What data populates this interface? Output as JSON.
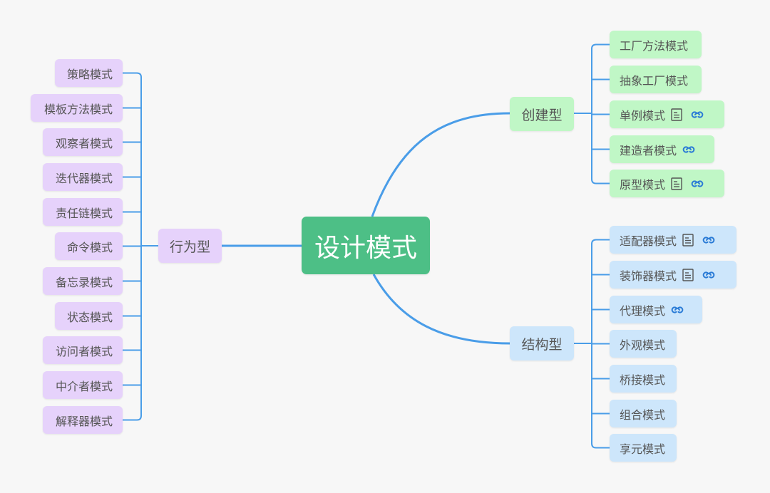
{
  "root": {
    "label": "设计模式"
  },
  "colors": {
    "connector": "#4a9de8",
    "root_bg": "#4dbf86",
    "creational_bg": "#c0f7c6",
    "structural_bg": "#cde6fb",
    "behavioral_bg": "#e6d2fb",
    "link_icon": "#2a7bd6",
    "note_icon": "#555555"
  },
  "branches": {
    "creational": {
      "label": "创建型",
      "children": [
        {
          "label": "工厂方法模式",
          "note": false,
          "link": false
        },
        {
          "label": "抽象工厂模式",
          "note": false,
          "link": false
        },
        {
          "label": "单例模式",
          "note": true,
          "link": true
        },
        {
          "label": "建造者模式",
          "note": false,
          "link": true
        },
        {
          "label": "原型模式",
          "note": true,
          "link": true
        }
      ]
    },
    "structural": {
      "label": "结构型",
      "children": [
        {
          "label": "适配器模式",
          "note": true,
          "link": true
        },
        {
          "label": "装饰器模式",
          "note": true,
          "link": true
        },
        {
          "label": "代理模式",
          "note": false,
          "link": true
        },
        {
          "label": "外观模式",
          "note": false,
          "link": false
        },
        {
          "label": "桥接模式",
          "note": false,
          "link": false
        },
        {
          "label": "组合模式",
          "note": false,
          "link": false
        },
        {
          "label": "享元模式",
          "note": false,
          "link": false
        }
      ]
    },
    "behavioral": {
      "label": "行为型",
      "children": [
        {
          "label": "策略模式"
        },
        {
          "label": "模板方法模式"
        },
        {
          "label": "观察者模式"
        },
        {
          "label": "迭代器模式"
        },
        {
          "label": "责任链模式"
        },
        {
          "label": "命令模式"
        },
        {
          "label": "备忘录模式"
        },
        {
          "label": "状态模式"
        },
        {
          "label": "访问者模式"
        },
        {
          "label": "中介者模式"
        },
        {
          "label": "解释器模式"
        }
      ]
    }
  }
}
